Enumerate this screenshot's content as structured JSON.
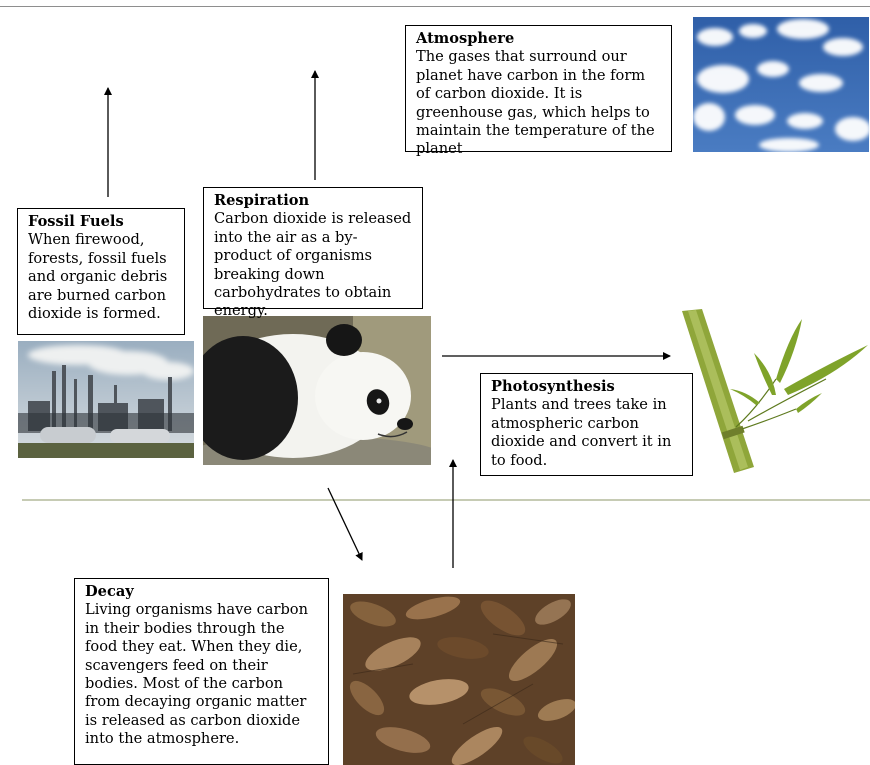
{
  "atmosphere": {
    "title": "Atmosphere",
    "body": "The gases that surround our planet have carbon in the form of carbon dioxide.  It is greenhouse gas, which helps to maintain the temperature of the planet"
  },
  "respiration": {
    "title": "Respiration",
    "body": "Carbon dioxide is released into the air as a by-product of organisms breaking down carbohydrates to obtain energy."
  },
  "fossil_fuels": {
    "title": "Fossil Fuels",
    "body": "When firewood, forests, fossil fuels and organic debris are burned carbon dioxide is formed."
  },
  "photosynthesis": {
    "title": "Photosynthesis",
    "body": "Plants and trees take in atmospheric carbon dioxide and convert it in to food."
  },
  "decay": {
    "title": "Decay",
    "body": "Living organisms have carbon in their bodies through the food they eat.  When they die, scavengers feed on their bodies.  Most of the carbon from decaying organic matter is released as carbon dioxide into the atmosphere."
  },
  "colors": {
    "sky": "#3d6fb8",
    "bamboo": "#8fa63a",
    "leaf_litter": "#6b4a2c",
    "ground_line": "#c6cbb4"
  }
}
